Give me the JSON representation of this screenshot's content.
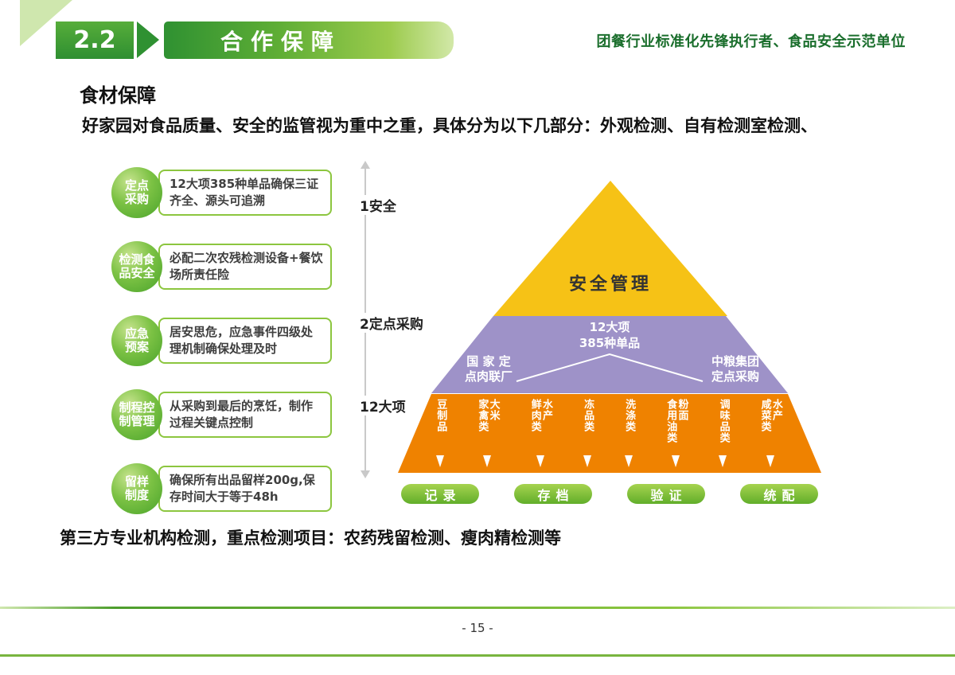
{
  "header": {
    "section_number": "2.2",
    "banner_title": "合作保障",
    "tagline": "团餐行业标准化先锋执行者、食品安全示范单位"
  },
  "content": {
    "title": "食材保障",
    "intro": "好家园对食品质量、安全的监管视为重中之重，具体分为以下几部分：外观检测、自有检测室检测、",
    "bottom_note": "第三方专业机构检测，重点检测项目：农药残留检测、瘦肉精检测等"
  },
  "measures": [
    {
      "label_line1": "定点",
      "label_line2": "采购",
      "desc": "12大项385种单品确保三证齐全、源头可追溯"
    },
    {
      "label_line1": "检测食",
      "label_line2": "品安全",
      "desc": "必配二次农残检测设备+餐饮场所责任险"
    },
    {
      "label_line1": "应急",
      "label_line2": "预案",
      "desc": "居安思危，应急事件四级处理机制确保处理及时"
    },
    {
      "label_line1": "制程控",
      "label_line2": "制管理",
      "desc": "从采购到最后的烹饪，制作过程关键点控制"
    },
    {
      "label_line1": "留样",
      "label_line2": "制度",
      "desc": "确保所有出品留样200g,保存时间大于等于48h"
    }
  ],
  "pyramid": {
    "axis_labels": [
      "1安全",
      "2定点采购",
      "12大项"
    ],
    "top_label": "安全管理",
    "middle": {
      "center_line1": "12大项",
      "center_line2": "385种单品",
      "left_line1": "国 家 定",
      "left_line2": "点肉联厂",
      "right_line1": "中粮集团",
      "right_line2": "定点采购"
    },
    "categories": [
      {
        "cols": [
          "豆制品"
        ]
      },
      {
        "cols": [
          "家禽类",
          "大米"
        ]
      },
      {
        "cols": [
          "鲜肉类",
          "水产"
        ]
      },
      {
        "cols": [
          "冻品类"
        ]
      },
      {
        "cols": [
          "洗涤类"
        ]
      },
      {
        "cols": [
          "食用油类",
          "粉面"
        ]
      },
      {
        "cols": [
          "调味品类"
        ]
      },
      {
        "cols": [
          "咸菜类",
          "水产"
        ]
      }
    ],
    "buttons": [
      "记录",
      "存档",
      "验证",
      "统配"
    ]
  },
  "footer": {
    "page_number": "- 15 -"
  },
  "colors": {
    "accent_green": "#2f9132",
    "light_green": "#8cc63f",
    "pyramid_yellow": "#f6c216",
    "pyramid_purple": "#9e92c8",
    "pyramid_orange": "#ef8200",
    "dark_green_text": "#1a6e2c"
  }
}
